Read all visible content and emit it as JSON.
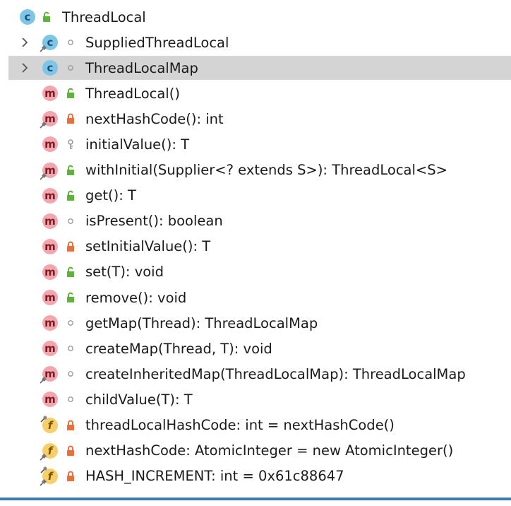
{
  "root": {
    "label": "ThreadLocal",
    "kind": "c",
    "visibility": "public"
  },
  "items": [
    {
      "label": "SuppliedThreadLocal",
      "kind": "c",
      "visibility": "package",
      "expandable": true,
      "static": true
    },
    {
      "label": "ThreadLocalMap",
      "kind": "c",
      "visibility": "package",
      "expandable": true,
      "selected": true
    },
    {
      "label": "ThreadLocal()",
      "kind": "m",
      "visibility": "public"
    },
    {
      "label": "nextHashCode(): int",
      "kind": "m",
      "visibility": "private",
      "static": true
    },
    {
      "label": "initialValue(): T",
      "kind": "m",
      "visibility": "protected"
    },
    {
      "label": "withInitial(Supplier<? extends S>): ThreadLocal<S>",
      "kind": "m",
      "visibility": "public",
      "static": true
    },
    {
      "label": "get(): T",
      "kind": "m",
      "visibility": "public"
    },
    {
      "label": "isPresent(): boolean",
      "kind": "m",
      "visibility": "package"
    },
    {
      "label": "setInitialValue(): T",
      "kind": "m",
      "visibility": "private"
    },
    {
      "label": "set(T): void",
      "kind": "m",
      "visibility": "public"
    },
    {
      "label": "remove(): void",
      "kind": "m",
      "visibility": "public"
    },
    {
      "label": "getMap(Thread): ThreadLocalMap",
      "kind": "m",
      "visibility": "package"
    },
    {
      "label": "createMap(Thread, T): void",
      "kind": "m",
      "visibility": "package"
    },
    {
      "label": "createInheritedMap(ThreadLocalMap): ThreadLocalMap",
      "kind": "m",
      "visibility": "package",
      "static": true
    },
    {
      "label": "childValue(T): T",
      "kind": "m",
      "visibility": "package"
    },
    {
      "label": "threadLocalHashCode: int = nextHashCode()",
      "kind": "f",
      "visibility": "private",
      "final": true
    },
    {
      "label": "nextHashCode: AtomicInteger = new AtomicInteger()",
      "kind": "f",
      "visibility": "private",
      "static": true
    },
    {
      "label": "HASH_INCREMENT: int = 0x61c88647",
      "kind": "f",
      "visibility": "private",
      "static": true,
      "final": true
    }
  ],
  "colors": {
    "selection": "#d4d4d4",
    "public": "#5fb33a",
    "private": "#e8703a",
    "class_icon": "#7ec6e8",
    "method_icon": "#f3a6ad",
    "field_icon": "#f6cf6a",
    "accent_bar": "#3d79b3"
  }
}
